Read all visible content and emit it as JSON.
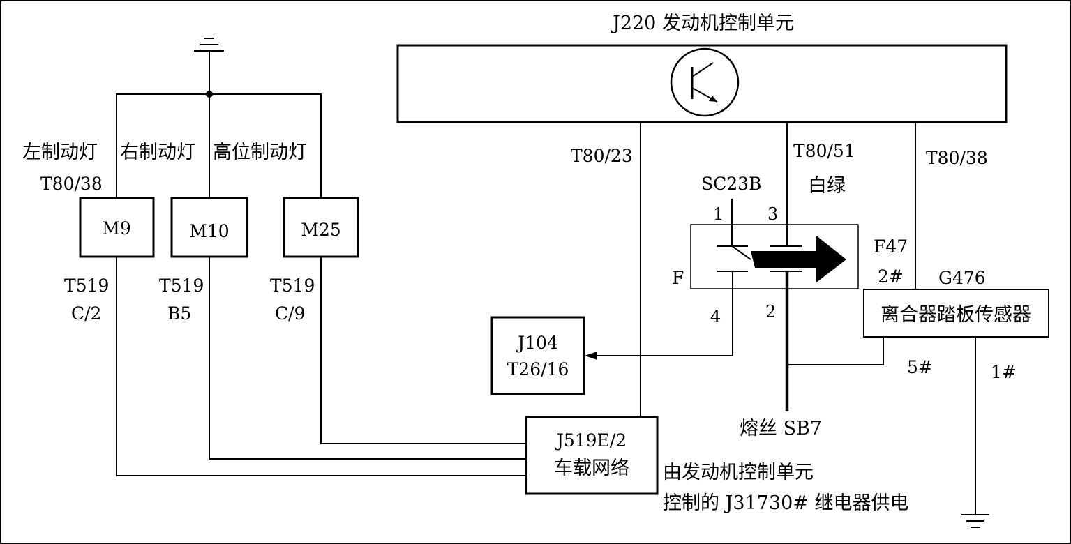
{
  "ecu": {
    "title": "J220 发动机控制单元",
    "pins": {
      "left": "T80/23",
      "middle": "T80/51",
      "right": "T80/38"
    },
    "wire_color": "白绿"
  },
  "lamps": [
    {
      "name": "左制动灯",
      "module": "M9",
      "pin_top": "T80/38",
      "pin_line1": "T519",
      "pin_line2": "C/2"
    },
    {
      "name": "右制动灯",
      "module": "M10",
      "pin_line1": "T519",
      "pin_line2": "B5"
    },
    {
      "name": "高位制动灯",
      "module": "M25",
      "pin_line1": "T519",
      "pin_line2": "C/9"
    }
  ],
  "j104": {
    "line1": "J104",
    "line2": "T26/16"
  },
  "j519": {
    "line1": "J519E/2",
    "line2": "车载网络"
  },
  "switch": {
    "connector": "SC23B",
    "name": "F47",
    "side_label": "F",
    "pins": {
      "p1": "1",
      "p2": "2",
      "p3": "3",
      "p4": "4"
    }
  },
  "sensor": {
    "id": "G476",
    "name": "离合器踏板传感器",
    "pin2": "2#",
    "pin5": "5#",
    "pin1": "1#"
  },
  "fuse": "熔丝 SB7",
  "note": {
    "line1": "由发动机控制单元",
    "line2": "控制的 J31730# 继电器供电"
  }
}
